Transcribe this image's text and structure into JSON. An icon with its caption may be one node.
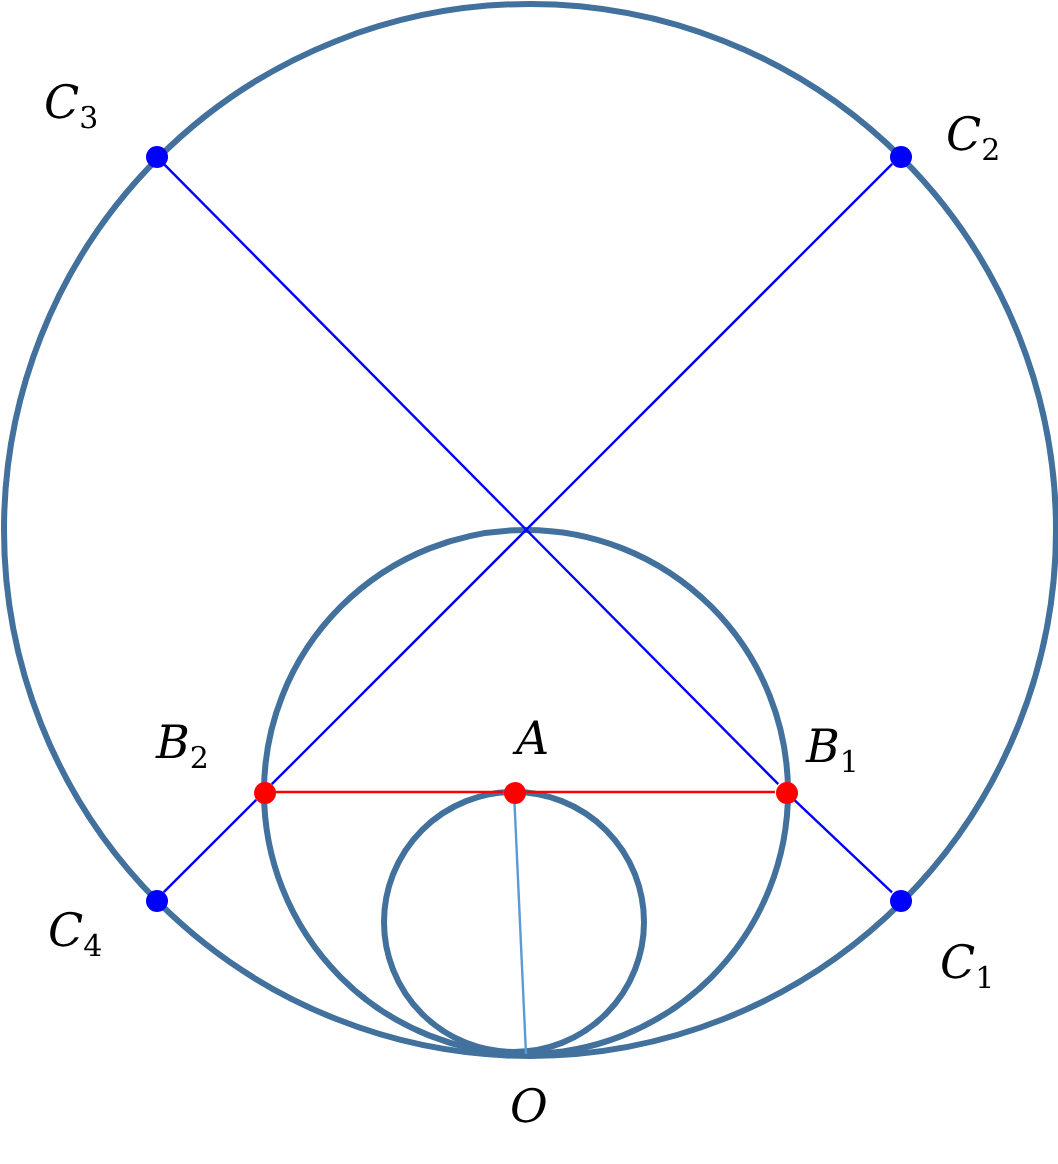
{
  "diagram": {
    "nodes": [
      {
        "text": [
          "C$_{3}$"
        ]
      },
      {
        "text": [
          "C$_{2}$"
        ]
      },
      {
        "text": [
          "B$_{2}$"
        ]
      },
      {
        "text": [
          "A"
        ]
      },
      {
        "text": [
          "B$_{1}$"
        ]
      },
      {
        "text": [
          "C$_{4}$"
        ]
      },
      {
        "text": [
          "C$_{1}$"
        ]
      },
      {
        "text": [
          "O"
        ]
      }
    ],
    "edges": [
      {
        "from": 0,
        "to": 4,
        "arrow": "none"
      },
      {
        "from": 4,
        "to": 6,
        "arrow": "none"
      },
      {
        "from": 1,
        "to": 2,
        "arrow": "none"
      },
      {
        "from": 2,
        "to": 5,
        "arrow": "none"
      },
      {
        "from": 2,
        "to": 3,
        "arrow": "none",
        "color": "#ff0000"
      },
      {
        "from": 3,
        "to": 4,
        "arrow": "none",
        "color": "#ff0000"
      },
      {
        "from": 3,
        "to": 7,
        "arrow": "none",
        "color": "#5b9bd5"
      }
    ]
  }
}
